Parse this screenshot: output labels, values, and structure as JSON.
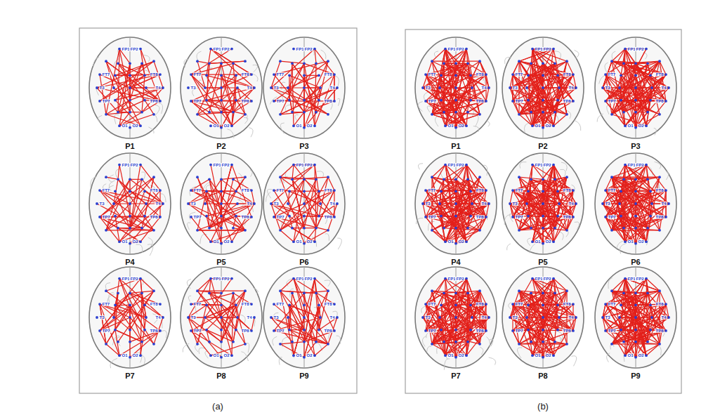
{
  "diagram": {
    "labels": [
      "FP1",
      "FP2",
      "FT7",
      "FT8",
      "T3",
      "T4",
      "TP7",
      "TP8",
      "O1",
      "O2",
      "P1",
      "FP1",
      "FP2",
      "FT7",
      "FT8",
      "T3",
      "T4",
      "TP7",
      "TP8",
      "O1",
      "O2",
      "P2",
      "FP1",
      "FP2",
      "FT7",
      "FT8",
      "T3",
      "T4",
      "TP7",
      "TP8",
      "O1",
      "O2",
      "P3",
      "FP1",
      "FP2",
      "FT7",
      "FT8",
      "T3",
      "T4",
      "TP7",
      "TP8",
      "O1",
      "O2",
      "P4",
      "FP1",
      "FP2",
      "FT7",
      "FT8",
      "T3",
      "T4",
      "TP7",
      "TP8",
      "O1",
      "O2",
      "P5",
      "FP1",
      "FP2",
      "FT7",
      "FT8",
      "T3",
      "T4",
      "TP7",
      "TP8",
      "O1",
      "O2",
      "P6",
      "FP1",
      "FP2",
      "FT7",
      "FT8",
      "T3",
      "T4",
      "TP7",
      "TP8",
      "O1",
      "O2",
      "P7",
      "FP1",
      "FP2",
      "FT7",
      "FT8",
      "T3",
      "T4",
      "TP7",
      "TP8",
      "O1",
      "O2",
      "P8",
      "FP1",
      "FP2",
      "FT7",
      "FT8",
      "T3",
      "T4",
      "TP7",
      "TP8",
      "O1",
      "O2",
      "P9",
      "(a)",
      "FP1",
      "FP2",
      "FT7",
      "FT8",
      "T3",
      "T4",
      "TP7",
      "TP8",
      "O1",
      "O2",
      "P1",
      "FP1",
      "FP2",
      "FT7",
      "FT8",
      "T3",
      "T4",
      "TP7",
      "TP8",
      "O1",
      "O2",
      "P2",
      "FP1",
      "FP2",
      "FT7",
      "FT8",
      "T3",
      "T4",
      "TP7",
      "TP8",
      "O1",
      "O2",
      "P3",
      "FP1",
      "FP2",
      "FT7",
      "FT8",
      "T3",
      "T4",
      "TP7",
      "TP8",
      "O1",
      "O2",
      "P4",
      "FP1",
      "FP2",
      "FT7",
      "FT8",
      "T3",
      "T4",
      "TP7",
      "TP8",
      "O1",
      "O2",
      "P5",
      "FP1",
      "FP2",
      "FT7",
      "FT8",
      "T3",
      "T4",
      "TP7",
      "TP8",
      "O1",
      "O2",
      "P6",
      "FP1",
      "FP2",
      "FT7",
      "FT8",
      "T3",
      "T4",
      "TP7",
      "TP8",
      "O1",
      "O2",
      "P7",
      "FP1",
      "FP2",
      "FT7",
      "FT8",
      "T3",
      "T4",
      "TP7",
      "TP8",
      "O1",
      "O2",
      "P8",
      "FP1",
      "FP2",
      "FT7",
      "FT8",
      "T3",
      "T4",
      "TP7",
      "TP8",
      "O1",
      "O2",
      "P9",
      "(b)"
    ]
  }
}
